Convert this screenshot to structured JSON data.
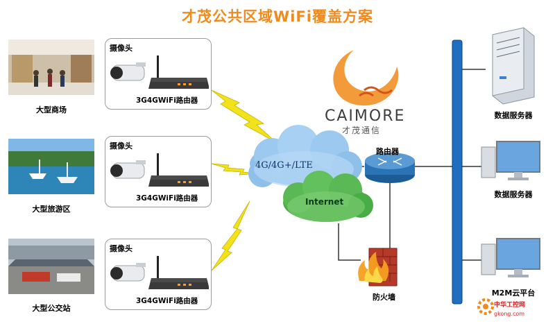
{
  "title": "才茂公共区域WiFi覆盖方案",
  "sites": [
    {
      "label": "大型商场",
      "camera": "摄像头",
      "router": "3G4GWiFi路由器"
    },
    {
      "label": "大型旅游区",
      "camera": "摄像头",
      "router": "3G4GWiFi路由器"
    },
    {
      "label": "大型公交站",
      "camera": "摄像头",
      "router": "3G4GWiFi路由器"
    }
  ],
  "brand": {
    "name": "CAIMORE",
    "subtitle": "才茂通信"
  },
  "clouds": {
    "mobile": "4G/4G+/LTE",
    "internet": "Internet"
  },
  "network": {
    "router": "路由器",
    "firewall": "防火墙"
  },
  "servers": [
    "数据服务器",
    "数据服务器",
    "M2M云平台"
  ],
  "watermark": {
    "line1": "中华工控网",
    "line2": "gkong.com"
  },
  "colors": {
    "title": "#f08a1c",
    "bus": "#1f6fc0",
    "lightning": "#f2e21a",
    "cloud_blue": "#2f6fb3",
    "cloud_green": "#3a9b3a"
  }
}
